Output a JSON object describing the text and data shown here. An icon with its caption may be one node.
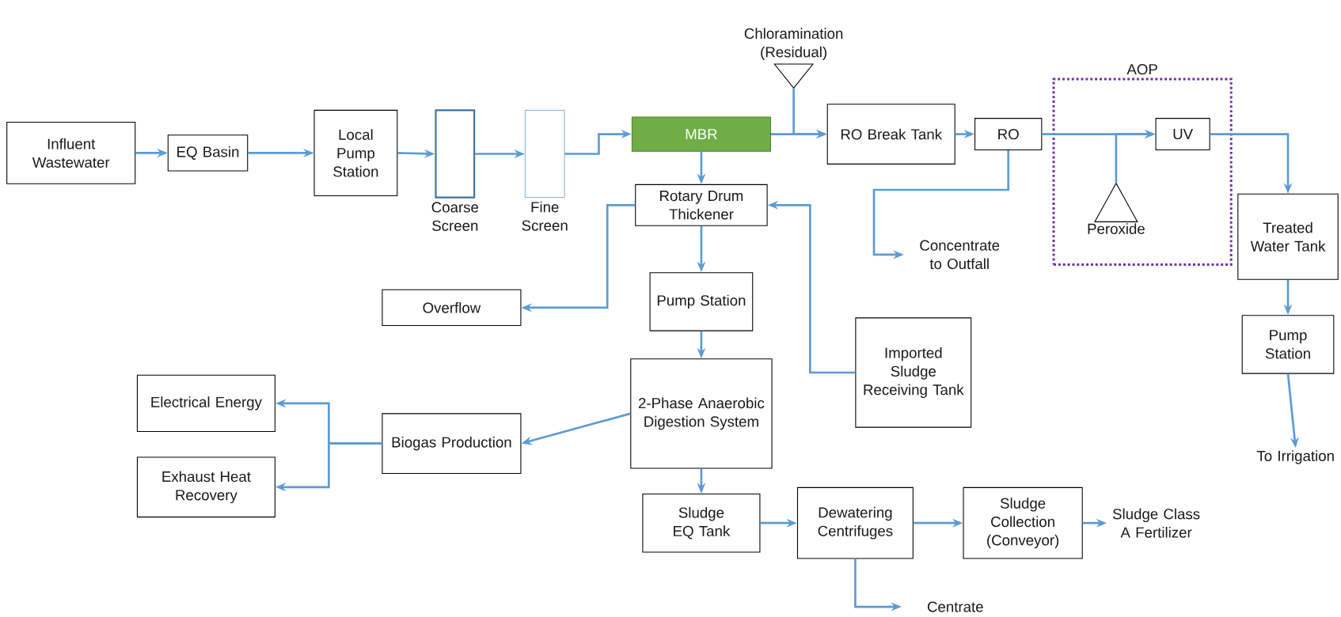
{
  "diagram": {
    "nodes": [
      {
        "text": [
          "Influent Wastewater"
        ]
      },
      {
        "text": [
          "EQ Basin"
        ]
      },
      {
        "text": [
          "Local Pump Station"
        ]
      },
      {
        "text": [
          "Coarse Screen"
        ]
      },
      {
        "text": [
          "Fine Screen"
        ]
      },
      {
        "text": [
          "MBR"
        ]
      },
      {
        "text": [
          "Chloramination (Residual)"
        ]
      },
      {
        "text": [
          "RO Break Tank"
        ]
      },
      {
        "text": [
          "RO"
        ]
      },
      {
        "text": [
          "AOP"
        ]
      },
      {
        "text": [
          "UV"
        ],
        "in": 9
      },
      {
        "text": [
          "Peroxide"
        ],
        "in": 9
      },
      {
        "text": [
          "Treated Water Tank"
        ]
      },
      {
        "text": [
          "Pump Station"
        ]
      },
      {
        "text": [
          "To Irrigation"
        ]
      },
      {
        "text": [
          "Concentrate to Outfall"
        ]
      },
      {
        "text": [
          "Rotary Drum Thickener"
        ]
      },
      {
        "text": [
          "Overflow"
        ]
      },
      {
        "text": [
          "Pump Station"
        ]
      },
      {
        "text": [
          "Imported Sludge Receiving Tank"
        ]
      },
      {
        "text": [
          "2-Phase Anaerobic Digestion System"
        ]
      },
      {
        "text": [
          "Biogas Production"
        ]
      },
      {
        "text": [
          "Electrical Energy"
        ]
      },
      {
        "text": [
          "Exhaust Heat Recovery"
        ]
      },
      {
        "text": [
          "Sludge EQ Tank"
        ]
      },
      {
        "text": [
          "Dewatering Centrifuges"
        ]
      },
      {
        "text": [
          "Sludge Collection (Conveyor)"
        ]
      },
      {
        "text": [
          "Sludge Class A Fertilizer"
        ]
      },
      {
        "text": [
          "Centrate"
        ]
      }
    ],
    "edges": [
      {
        "from": 0,
        "to": 1,
        "arrow": "to"
      },
      {
        "from": 1,
        "to": 2,
        "arrow": "to"
      },
      {
        "from": 2,
        "to": 3,
        "arrow": "to"
      },
      {
        "from": 3,
        "to": 4,
        "arrow": "to"
      },
      {
        "from": 4,
        "to": 5,
        "arrow": "to"
      },
      {
        "from": 5,
        "to": 7,
        "arrow": "to"
      },
      {
        "from": 6,
        "to": 7,
        "arrow": "to"
      },
      {
        "from": 7,
        "to": 8,
        "arrow": "to"
      },
      {
        "from": 8,
        "to": 10,
        "arrow": "to"
      },
      {
        "from": 11,
        "to": 10,
        "arrow": "to"
      },
      {
        "from": 10,
        "to": 12,
        "arrow": "to"
      },
      {
        "from": 12,
        "to": 13,
        "arrow": "to"
      },
      {
        "from": 13,
        "to": 14,
        "arrow": "to"
      },
      {
        "from": 8,
        "to": 15,
        "arrow": "to"
      },
      {
        "from": 5,
        "to": 16,
        "arrow": "to"
      },
      {
        "from": 16,
        "to": 17,
        "arrow": "to"
      },
      {
        "from": 16,
        "to": 18,
        "arrow": "to"
      },
      {
        "from": 19,
        "to": 16,
        "arrow": "to"
      },
      {
        "from": 18,
        "to": 20,
        "arrow": "to"
      },
      {
        "from": 20,
        "to": 21,
        "arrow": "to"
      },
      {
        "from": 21,
        "to": 22,
        "arrow": "to"
      },
      {
        "from": 21,
        "to": 23,
        "arrow": "to"
      },
      {
        "from": 20,
        "to": 24,
        "arrow": "to"
      },
      {
        "from": 24,
        "to": 25,
        "arrow": "to"
      },
      {
        "from": 25,
        "to": 26,
        "arrow": "to"
      },
      {
        "from": 26,
        "to": 27,
        "arrow": "to"
      },
      {
        "from": 25,
        "to": 28,
        "arrow": "to"
      }
    ]
  }
}
